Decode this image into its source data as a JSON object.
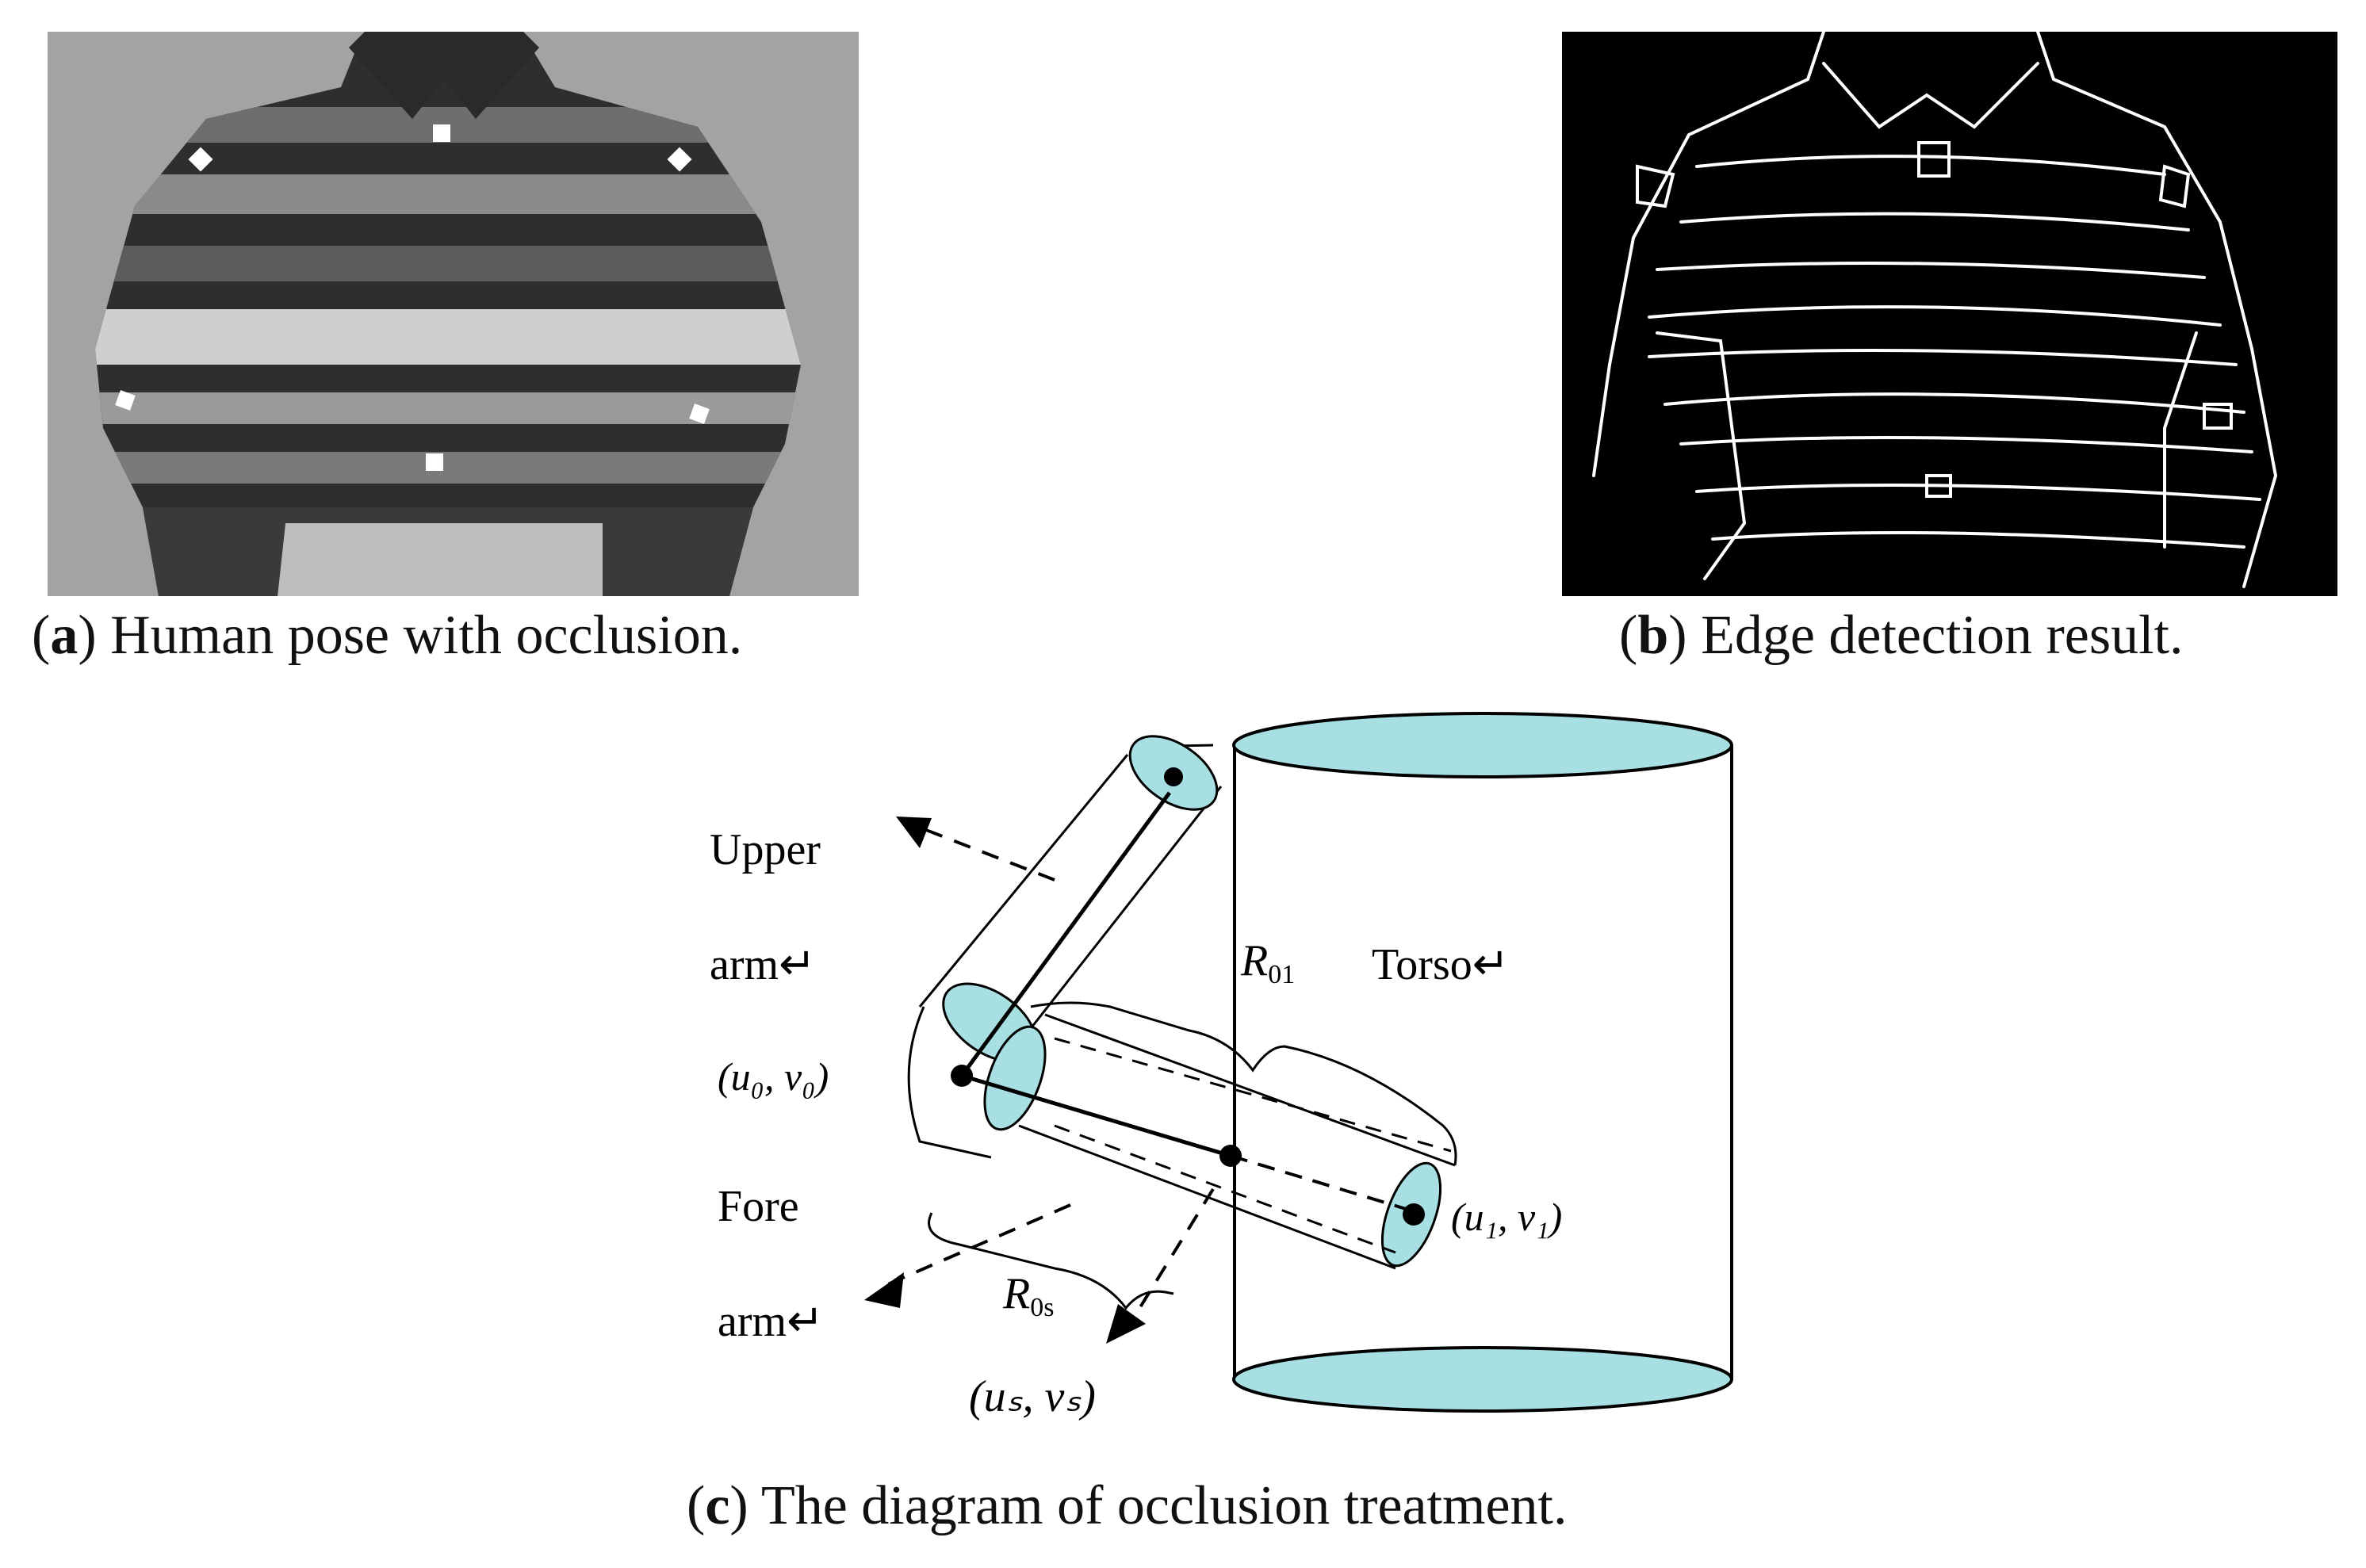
{
  "figure": {
    "panel_a": {
      "caption_letter": "a",
      "caption_text": "Human pose with occlusion."
    },
    "panel_b": {
      "caption_letter": "b",
      "caption_text": "Edge detection result."
    },
    "panel_c": {
      "caption_letter": "c",
      "caption_text": "The diagram of occlusion treatment.",
      "labels": {
        "upper_1": "Upper",
        "upper_2": "arm↵",
        "fore_1": "Fore",
        "fore_2": "arm↵",
        "torso": "Torso↵",
        "r01": "R",
        "r01_sub": "01",
        "r0s": "R",
        "r0s_sub": "0s",
        "p0": "(u₀, v₀)",
        "p1": "(u₁, v₁)",
        "ps": "(uₛ, vₛ)"
      }
    }
  },
  "colors": {
    "cyan_fill": "#a8dfe2",
    "photo_bg": "#9c9c9c",
    "edge_bg": "#000000"
  }
}
